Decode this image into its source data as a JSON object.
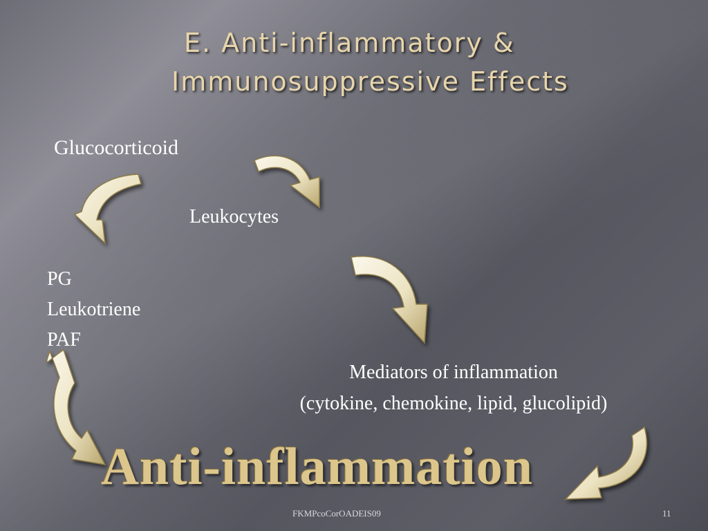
{
  "slide": {
    "title_line1": "E. Anti-inflammatory &",
    "title_line2": "Immunosuppressive Effects",
    "glucocorticoid": "Glucocorticoid",
    "leukocytes": "Leukocytes",
    "pg": "PG",
    "leukotriene": "Leukotriene",
    "paf": "PAF",
    "mediators_line1": "Mediators of inflammation",
    "mediators_line2": "(cytokine, chemokine, lipid, glucolipid)",
    "anti_inflammation": "Anti-inflammation",
    "footer_text": "FKMPcoCorOADEIS09",
    "page_number": "11"
  },
  "colors": {
    "title": "#e7d5ab",
    "arrow_fill": "#f2ecd4",
    "arrow_edge": "#8c7a45",
    "emphasis": "#dcc68c"
  }
}
